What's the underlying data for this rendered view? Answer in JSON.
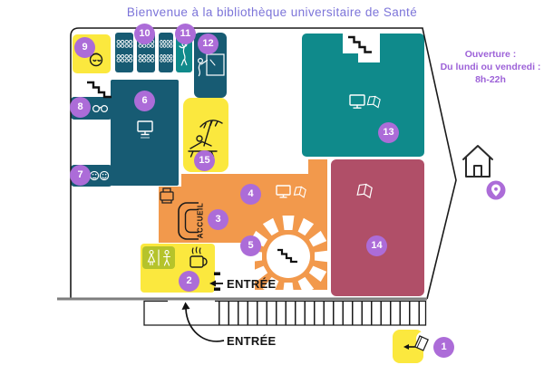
{
  "title": "Bienvenue à la bibliothèque universitaire de Santé",
  "opening_hours": {
    "line1": "Ouverture :",
    "line2": "Du lundi ou vendredi :",
    "line3": "8h-22h"
  },
  "map": {
    "reception_label": "ACCUEIL",
    "entrance_label_side": "ENTRÉE",
    "entrance_label_bottom": "ENTRÉE",
    "badges": [
      "1",
      "2",
      "3",
      "4",
      "5",
      "6",
      "7",
      "8",
      "9",
      "10",
      "11",
      "12",
      "13",
      "14",
      "15"
    ]
  },
  "colors": {
    "dark_teal": "#175B73",
    "teal": "#0F8A8B",
    "yellow": "#FBE83E",
    "chartreuse": "#B5C32B",
    "orange": "#F2994C",
    "maroon": "#B04F68",
    "badge_purple": "#AC6CD8",
    "title_purple": "#7C74D9",
    "hours_purple": "#9D62D8",
    "wall_gray": "#7E7E7E",
    "outline_black": "#1A1A1A"
  },
  "icon_names": [
    "nap-icon",
    "group-study-seats-icon",
    "dance-icon",
    "whiteboard-presenter-icon",
    "stairs-icon",
    "reading-glasses-icon",
    "computer-icon",
    "smiley-faces-icon",
    "beach-lounger-icon",
    "printer-icon",
    "reception-desk-icon",
    "book-icon",
    "spiral-staircase-icon",
    "coffee-cup-icon",
    "toilets-icon",
    "book-return-icon",
    "entrance-arrow-icon",
    "house-icon",
    "location-pin-icon"
  ]
}
